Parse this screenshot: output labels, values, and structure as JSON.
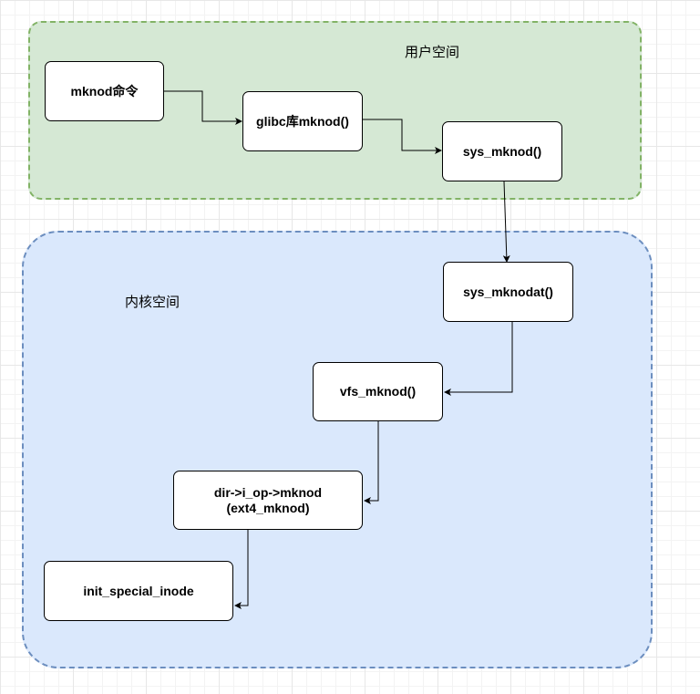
{
  "regions": {
    "user_space": {
      "label": "用户空间",
      "fill": "#d5e8d4",
      "stroke": "#82b366"
    },
    "kernel_space": {
      "label": "内核空间",
      "fill": "#dae8fc",
      "stroke": "#6c8ebf"
    }
  },
  "nodes": {
    "mknod_cmd": "mknod命令",
    "glibc_mknod": "glibc库mknod()",
    "sys_mknod": "sys_mknod()",
    "sys_mknodat": "sys_mknodat()",
    "vfs_mknod": "vfs_mknod()",
    "iop_mknod": "dir->i_op->mknod\n(ext4_mknod)",
    "init_special_inode": "init_special_inode"
  },
  "edges": [
    {
      "from": "mknod_cmd",
      "to": "glibc_mknod"
    },
    {
      "from": "glibc_mknod",
      "to": "sys_mknod"
    },
    {
      "from": "sys_mknod",
      "to": "sys_mknodat"
    },
    {
      "from": "sys_mknodat",
      "to": "vfs_mknod"
    },
    {
      "from": "vfs_mknod",
      "to": "iop_mknod"
    },
    {
      "from": "iop_mknod",
      "to": "init_special_inode"
    }
  ],
  "colors": {
    "edge": "#000000",
    "node_fill": "#ffffff",
    "node_stroke": "#000000"
  }
}
